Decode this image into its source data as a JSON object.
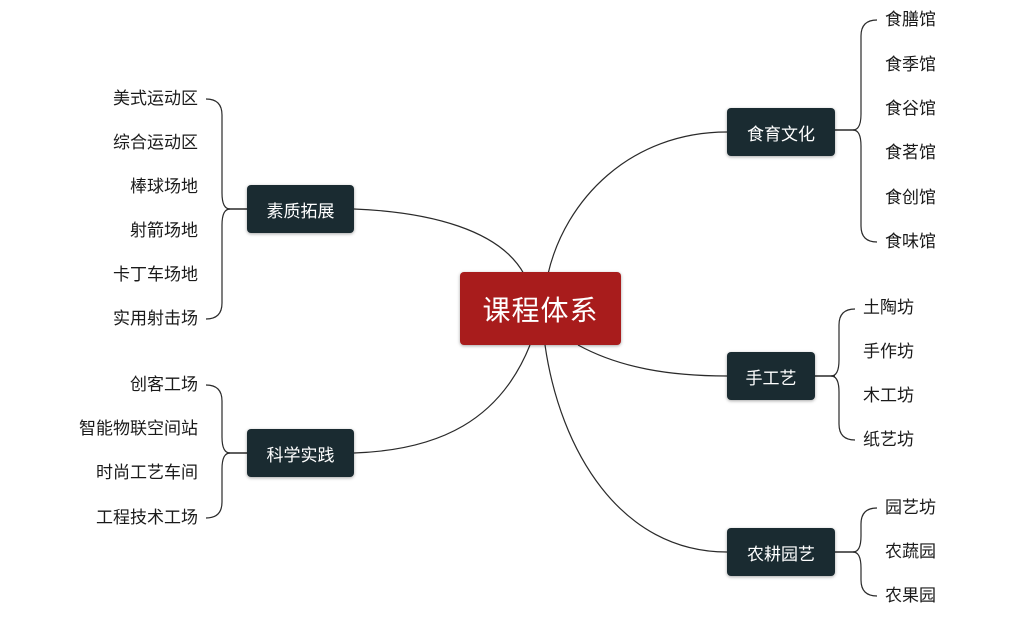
{
  "root": {
    "label": "课程体系"
  },
  "branches": {
    "suzhi": {
      "label": "素质拓展",
      "children": [
        "美式运动区",
        "综合运动区",
        "棒球场地",
        "射箭场地",
        "卡丁车场地",
        "实用射击场"
      ]
    },
    "kexue": {
      "label": "科学实践",
      "children": [
        "创客工场",
        "智能物联空间站",
        "时尚工艺车间",
        "工程技术工场"
      ]
    },
    "shiyu": {
      "label": "食育文化",
      "children": [
        "食膳馆",
        "食季馆",
        "食谷馆",
        "食茗馆",
        "食创馆",
        "食味馆"
      ]
    },
    "shougong": {
      "label": "手工艺",
      "children": [
        "土陶坊",
        "手作坊",
        "木工坊",
        "纸艺坊"
      ]
    },
    "nonggeng": {
      "label": "农耕园艺",
      "children": [
        "园艺坊",
        "农蔬园",
        "农果园"
      ]
    }
  },
  "colors": {
    "root_fill": "#a81c1c",
    "branch_fill": "#1a2b31",
    "line": "#2a2a2a"
  }
}
